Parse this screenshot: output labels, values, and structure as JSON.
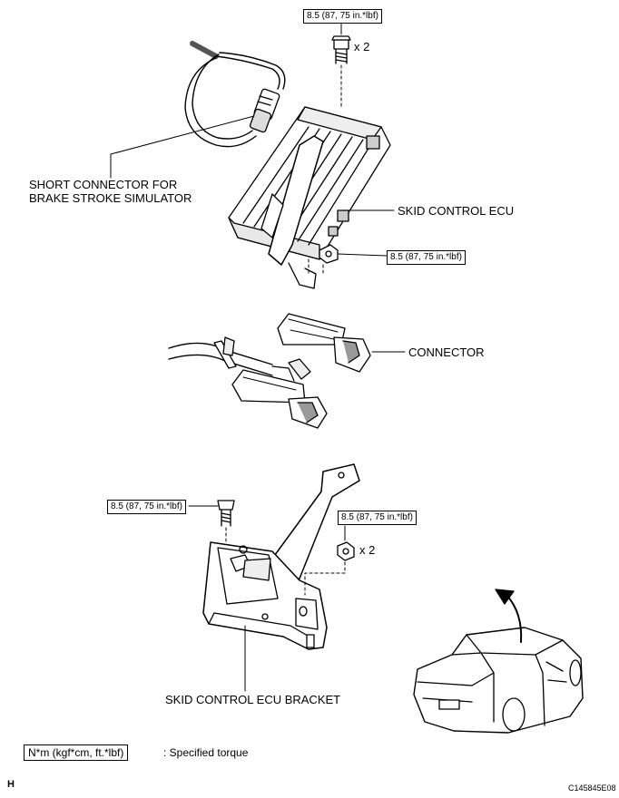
{
  "torque": {
    "top_bolt": "8.5 (87, 75 in.*lbf)",
    "ecu_nut": "8.5 (87, 75 in.*lbf)",
    "bracket_bolt": "8.5 (87, 75 in.*lbf)",
    "bracket_nut": "8.5 (87, 75 in.*lbf)"
  },
  "quantities": {
    "top_bolt_qty": "x 2",
    "bracket_nut_qty": "x 2"
  },
  "labels": {
    "short_connector_line1": "SHORT CONNECTOR FOR",
    "short_connector_line2": "BRAKE STROKE SIMULATOR",
    "skid_control_ecu": "SKID CONTROL ECU",
    "connector": "CONNECTOR",
    "bracket": "SKID CONTROL ECU BRACKET"
  },
  "legend": {
    "unit_box": "N*m (kgf*cm, ft.*lbf)",
    "description": ": Specified torque"
  },
  "footer": {
    "page_letter": "H",
    "figure_code": "C145845E08"
  }
}
